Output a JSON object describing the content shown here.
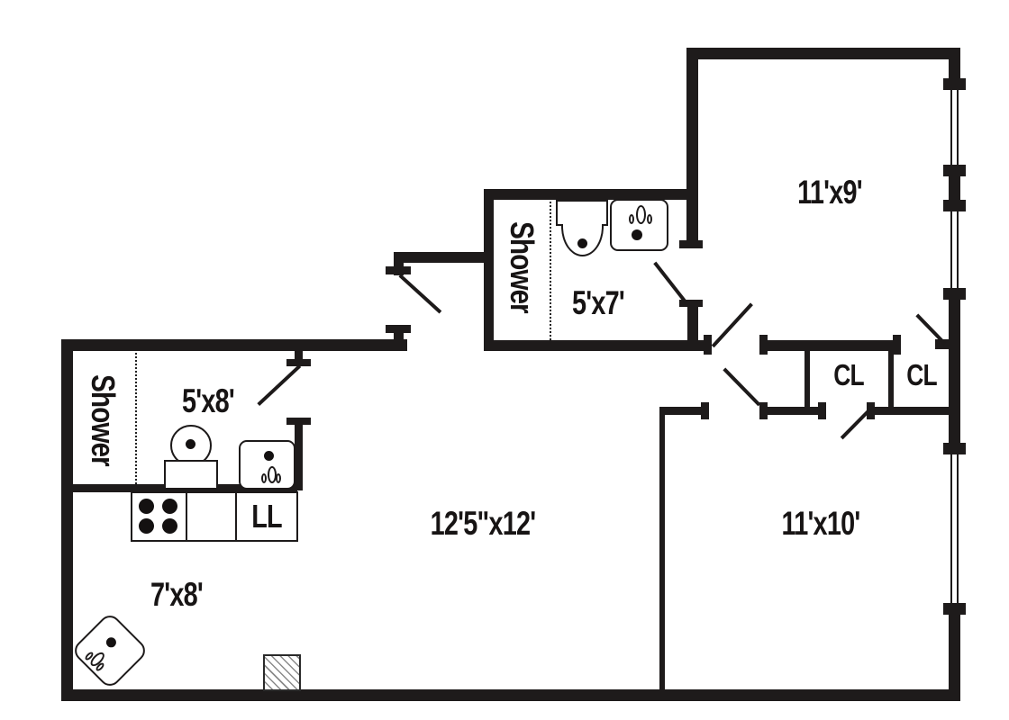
{
  "title": "apartment-floor-plan",
  "rooms": {
    "living": {
      "label": "12'5\"x12'"
    },
    "bedroom_top_right": {
      "label": "11'x9'"
    },
    "bedroom_bottom_right": {
      "label": "11'x10'"
    },
    "kitchen_nook": {
      "label": "7'x8'"
    },
    "bathroom_top": {
      "label": "5'x7'",
      "shower": "Shower"
    },
    "bathroom_left": {
      "label": "5'x8'",
      "shower": "Shower"
    },
    "closet_left": {
      "label": "CL"
    },
    "closet_right": {
      "label": "CL"
    },
    "appliance": {
      "label": "LL"
    }
  },
  "colors": {
    "wall": "#1e1b1b",
    "background": "#ffffff",
    "fixture_line": "#1d1a1a"
  }
}
